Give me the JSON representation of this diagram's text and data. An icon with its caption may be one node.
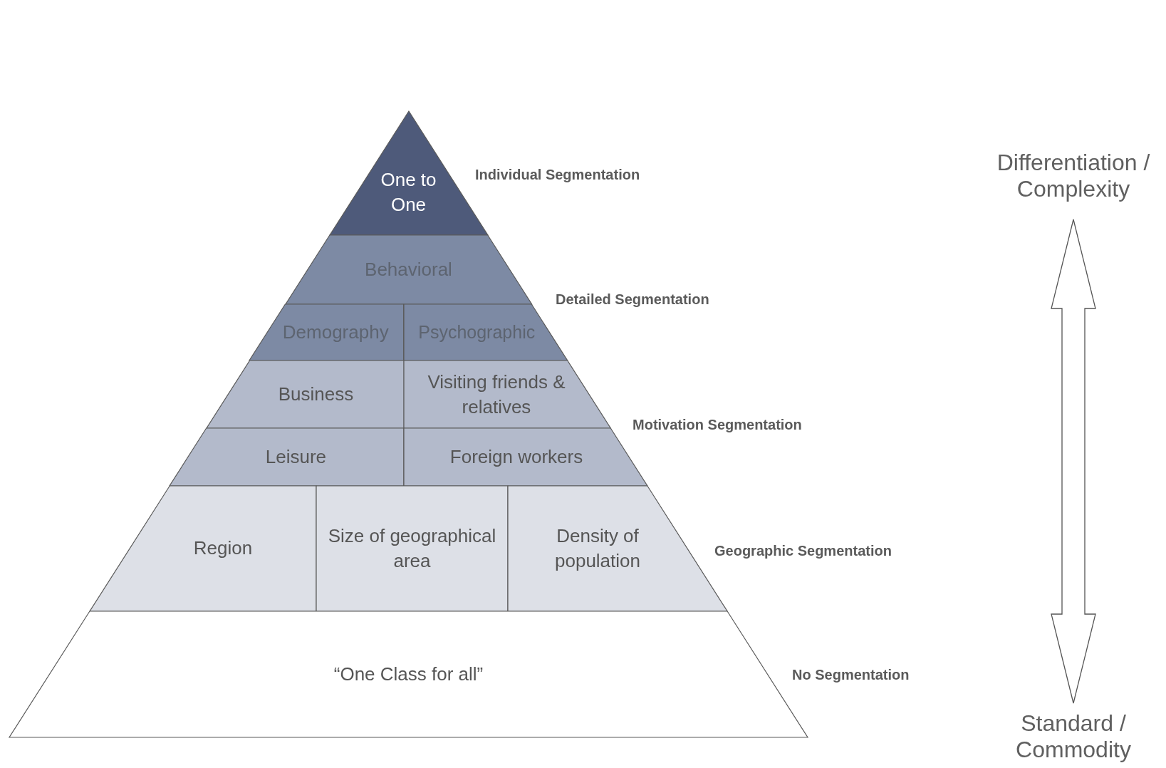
{
  "diagram": {
    "nodes": [
      {
        "text": [
          "One to One"
        ]
      },
      {
        "text": [
          "Behavioral"
        ]
      },
      {
        "text": [
          "Demography"
        ]
      },
      {
        "text": [
          "Psychographic"
        ]
      },
      {
        "text": [
          "Business"
        ]
      },
      {
        "text": [
          "Visiting friends & relatives"
        ]
      },
      {
        "text": [
          "Leisure"
        ]
      },
      {
        "text": [
          "Foreign workers"
        ]
      },
      {
        "text": [
          "Region"
        ]
      },
      {
        "text": [
          "Size of geographical area"
        ]
      },
      {
        "text": [
          "Density of population"
        ]
      },
      {
        "text": [
          "“One Class for all”"
        ]
      },
      {
        "text": [
          "Differentiation / Complexity"
        ]
      },
      {
        "text": [
          "Standard / Commodity"
        ]
      }
    ],
    "edges": [
      {
        "from": 12,
        "to": 13,
        "arrow": "both"
      }
    ],
    "labels": [
      "Individual Segmentation",
      "Detailed Segmentation",
      "Motivation Segmentation",
      "Geographic Segmentation",
      "No Segmentation"
    ]
  }
}
